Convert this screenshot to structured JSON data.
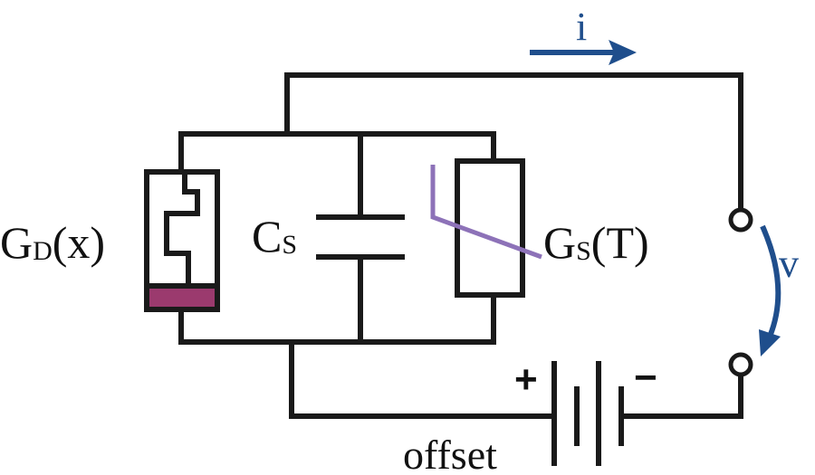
{
  "labels": {
    "gd_main": "G",
    "gd_sub": "D",
    "gd_arg": "(x)",
    "cs_main": "C",
    "cs_sub": "S",
    "gs_main": "G",
    "gs_sub": "S",
    "gs_arg": "(T)",
    "current": "i",
    "voltage": "v",
    "plus": "+",
    "minus": "−",
    "offset": "offset"
  },
  "colors": {
    "wire": "#1a1a1a",
    "arrow": "#1f4e8c",
    "memristor_band": "#9b3a6e",
    "thermistor_slash": "#8d72b8"
  }
}
